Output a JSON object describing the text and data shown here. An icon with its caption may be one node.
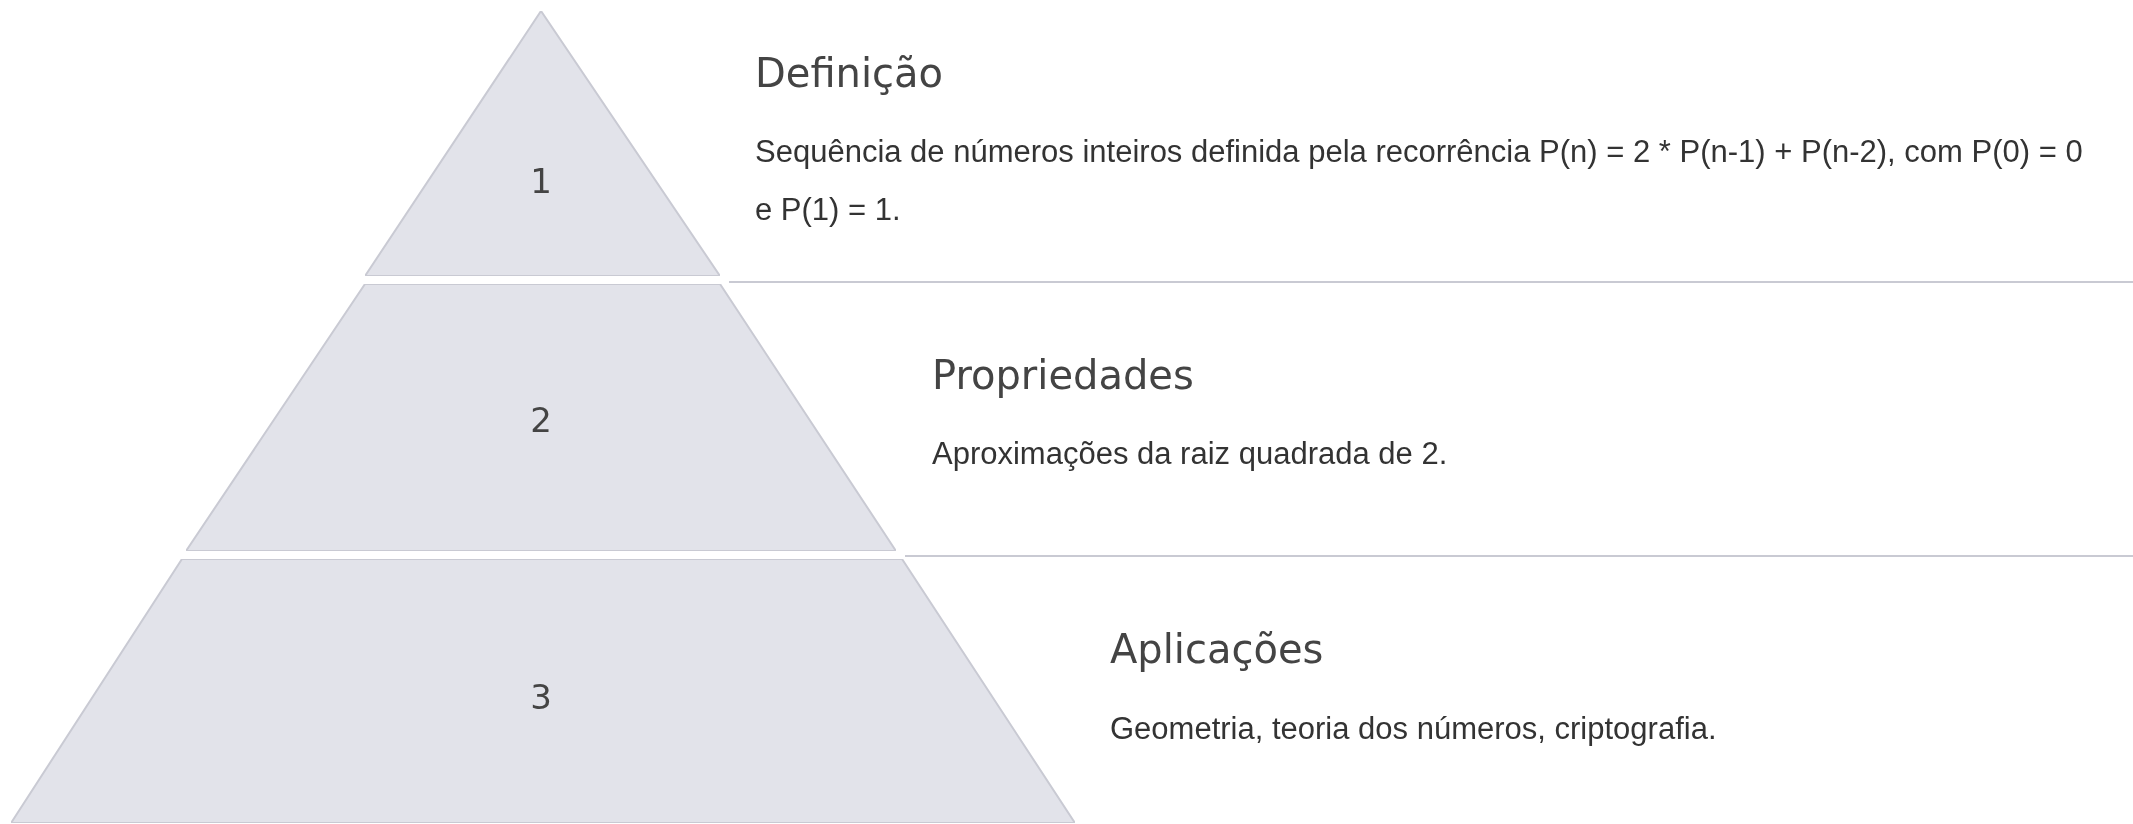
{
  "diagram": {
    "nodes": [
      {
        "text": [
          "1"
        ],
        "beside": [
          "Definição",
          "Sequência de números inteiros definida pela recorrência P(n) = 2 * P(n-1) + P(n-2), com P(0) = 0 e P(1) = 1."
        ]
      },
      {
        "text": [
          "2"
        ],
        "beside": [
          "Propriedades",
          "Aproximações da raiz quadrada de 2."
        ]
      },
      {
        "text": [
          "3"
        ],
        "beside": [
          "Aplicações",
          "Geometria, teoria dos números, criptografia."
        ]
      }
    ],
    "edges": []
  }
}
